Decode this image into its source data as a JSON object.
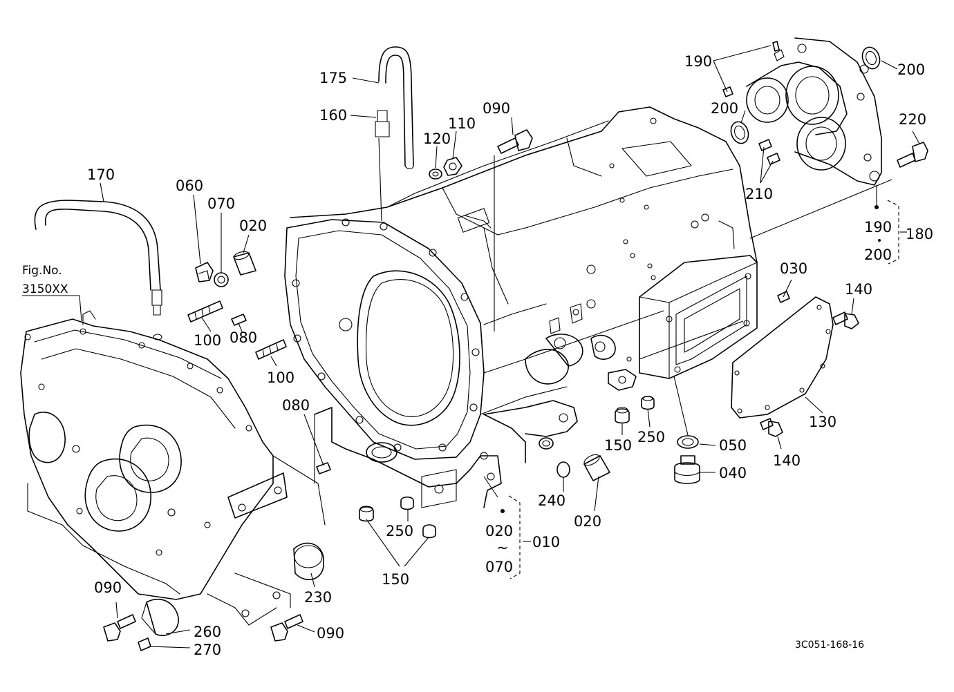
{
  "figure_ref": {
    "line1": "Fig.No.",
    "line2": "3150XX"
  },
  "drawing_number": "3C051-168-16",
  "group_010": {
    "from": "020",
    "tilde": "~",
    "to": "070",
    "label": "010"
  },
  "group_180": {
    "top": "190",
    "bottom": "200",
    "label": "180"
  },
  "callouts": [
    {
      "id": "c175",
      "text": "175"
    },
    {
      "id": "c160",
      "text": "160"
    },
    {
      "id": "c110",
      "text": "110"
    },
    {
      "id": "c120",
      "text": "120"
    },
    {
      "id": "c090a",
      "text": "090"
    },
    {
      "id": "c170",
      "text": "170"
    },
    {
      "id": "c060",
      "text": "060"
    },
    {
      "id": "c070",
      "text": "070"
    },
    {
      "id": "c020a",
      "text": "020"
    },
    {
      "id": "c100a",
      "text": "100"
    },
    {
      "id": "c080a",
      "text": "080"
    },
    {
      "id": "c100b",
      "text": "100"
    },
    {
      "id": "c080b",
      "text": "080"
    },
    {
      "id": "c190a",
      "text": "190"
    },
    {
      "id": "c200a",
      "text": "200"
    },
    {
      "id": "c200b",
      "text": "200"
    },
    {
      "id": "c220",
      "text": "220"
    },
    {
      "id": "c210",
      "text": "210"
    },
    {
      "id": "c030",
      "text": "030"
    },
    {
      "id": "c140a",
      "text": "140"
    },
    {
      "id": "c130",
      "text": "130"
    },
    {
      "id": "c140b",
      "text": "140"
    },
    {
      "id": "c150a",
      "text": "150"
    },
    {
      "id": "c250a",
      "text": "250"
    },
    {
      "id": "c050",
      "text": "050"
    },
    {
      "id": "c040",
      "text": "040"
    },
    {
      "id": "c240",
      "text": "240"
    },
    {
      "id": "c020b",
      "text": "020"
    },
    {
      "id": "c250b",
      "text": "250"
    },
    {
      "id": "c150b",
      "text": "150"
    },
    {
      "id": "c230",
      "text": "230"
    },
    {
      "id": "c090b",
      "text": "090"
    },
    {
      "id": "c260",
      "text": "260"
    },
    {
      "id": "c270",
      "text": "270"
    },
    {
      "id": "c090c",
      "text": "090"
    }
  ]
}
